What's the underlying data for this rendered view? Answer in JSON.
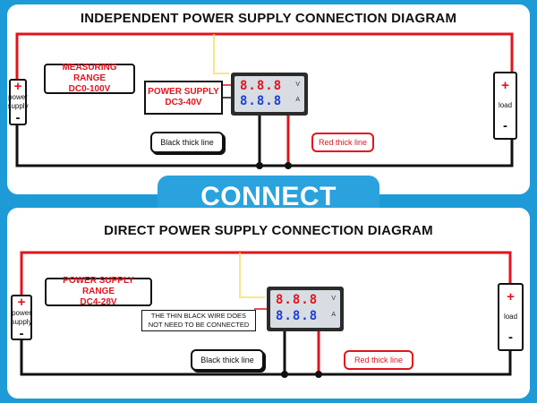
{
  "top": {
    "title": "INDEPENDENT POWER SUPPLY CONNECTION DIAGRAM",
    "psu": {
      "plus": "+",
      "label_line1": "power",
      "label_line2": "supply",
      "minus": "-"
    },
    "measuring_range": {
      "line1": "MEASURING RANGE",
      "line2": "DC0-100V"
    },
    "power_supply": {
      "line1": "POWER SUPPLY",
      "line2": "DC3-40V"
    },
    "meter": {
      "volt_digits": "8.8.8",
      "amp_digits": "8.8.8",
      "volt_unit": "V",
      "amp_unit": "A"
    },
    "black_label": "Black thick line",
    "red_label": "Red thick line",
    "load": {
      "plus": "+",
      "label": "load",
      "minus": "-"
    }
  },
  "connect_label": "CONNECT",
  "bottom": {
    "title": "DIRECT POWER SUPPLY CONNECTION DIAGRAM",
    "psu": {
      "plus": "+",
      "label_line1": "power",
      "label_line2": "supply",
      "minus": "-"
    },
    "power_supply_range": {
      "line1": "POWER SUPPLY RANGE",
      "line2": "DC4-28V"
    },
    "meter": {
      "volt_digits": "8.8.8",
      "amp_digits": "8.8.8",
      "volt_unit": "V",
      "amp_unit": "A"
    },
    "note": {
      "line1": "THE THIN BLACK WIRE DOES",
      "line2": "NOT NEED TO BE CONNECTED"
    },
    "black_label": "Black thick line",
    "red_label": "Red thick line",
    "load": {
      "plus": "+",
      "label": "load",
      "minus": "-"
    }
  },
  "colors": {
    "red_wire": "#e0141e",
    "black_wire": "#111111",
    "yellow_wire": "#f3e05a",
    "background": "#1e9bd7",
    "volt_digits": "#e0141e",
    "amp_digits": "#1a3fd6"
  }
}
